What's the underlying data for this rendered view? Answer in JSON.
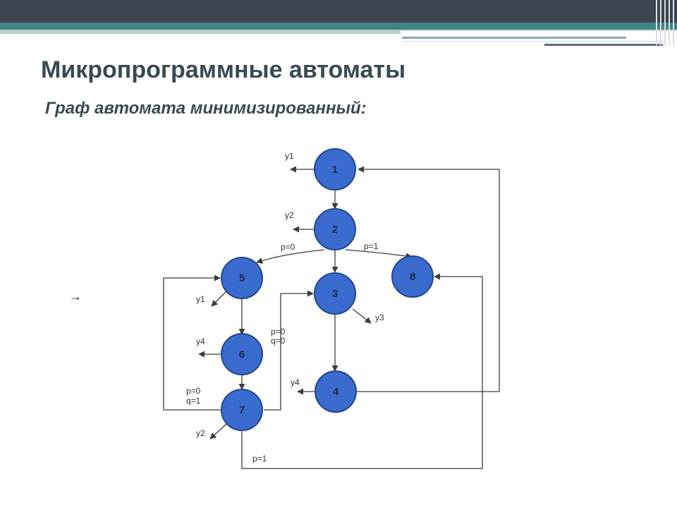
{
  "slide": {
    "title": "Микропрограммные автоматы",
    "subtitle": "Граф автомата минимизированный:",
    "bullet": "→"
  },
  "colors": {
    "top_band": "#3e4450",
    "teal_band": "#3f8580",
    "title_text": "#3a4a52",
    "node_fill": "#3a6bcf",
    "node_stroke": "#24468a"
  },
  "graph": {
    "nodes": [
      {
        "id": "1",
        "label": "1"
      },
      {
        "id": "2",
        "label": "2"
      },
      {
        "id": "3",
        "label": "3"
      },
      {
        "id": "4",
        "label": "4"
      },
      {
        "id": "5",
        "label": "5"
      },
      {
        "id": "6",
        "label": "6"
      },
      {
        "id": "7",
        "label": "7"
      },
      {
        "id": "8",
        "label": "8"
      }
    ],
    "outputs": [
      {
        "node": "1",
        "label": "y1"
      },
      {
        "node": "2",
        "label": "y2"
      },
      {
        "node": "5",
        "label": "y1"
      },
      {
        "node": "3",
        "label": "y3"
      },
      {
        "node": "6",
        "label": "y4"
      },
      {
        "node": "4",
        "label": "y4"
      },
      {
        "node": "7",
        "label": "y2"
      }
    ],
    "edges": [
      {
        "from": "1",
        "to": "2",
        "label": ""
      },
      {
        "from": "2",
        "to": "5",
        "label": "p=0"
      },
      {
        "from": "2",
        "to": "3",
        "label": ""
      },
      {
        "from": "2",
        "to": "8",
        "label": "p=1"
      },
      {
        "from": "5",
        "to": "6",
        "label": ""
      },
      {
        "from": "6",
        "to": "7",
        "label": ""
      },
      {
        "from": "7",
        "to": "5",
        "label_line1": "p=0",
        "label_line2": "q=1"
      },
      {
        "from": "7",
        "to": "3",
        "label_line1": "p=0",
        "label_line2": "q=0"
      },
      {
        "from": "7",
        "to": "8",
        "label": "p=1"
      },
      {
        "from": "3",
        "to": "4",
        "label": ""
      },
      {
        "from": "4",
        "to": "1",
        "label": ""
      }
    ]
  }
}
